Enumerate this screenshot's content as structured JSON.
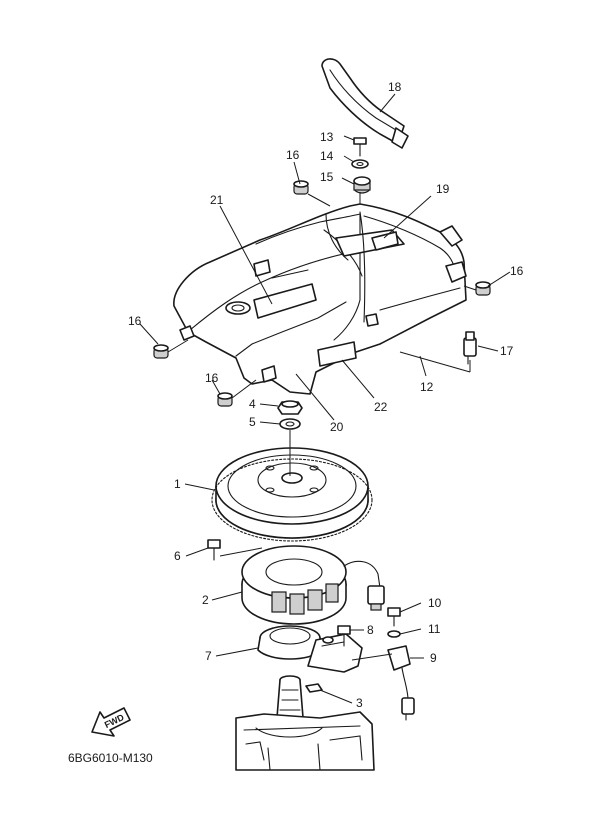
{
  "diagram_code": "6BG6010-M130",
  "direction_label": "FWD",
  "parts": [
    {
      "ref": "1"
    },
    {
      "ref": "2"
    },
    {
      "ref": "3"
    },
    {
      "ref": "4"
    },
    {
      "ref": "5"
    },
    {
      "ref": "6"
    },
    {
      "ref": "7"
    },
    {
      "ref": "8"
    },
    {
      "ref": "9"
    },
    {
      "ref": "10"
    },
    {
      "ref": "11"
    },
    {
      "ref": "12"
    },
    {
      "ref": "13"
    },
    {
      "ref": "14"
    },
    {
      "ref": "15"
    },
    {
      "ref": "16"
    },
    {
      "ref": "17"
    },
    {
      "ref": "18"
    },
    {
      "ref": "19"
    },
    {
      "ref": "20"
    },
    {
      "ref": "21"
    },
    {
      "ref": "22"
    }
  ]
}
